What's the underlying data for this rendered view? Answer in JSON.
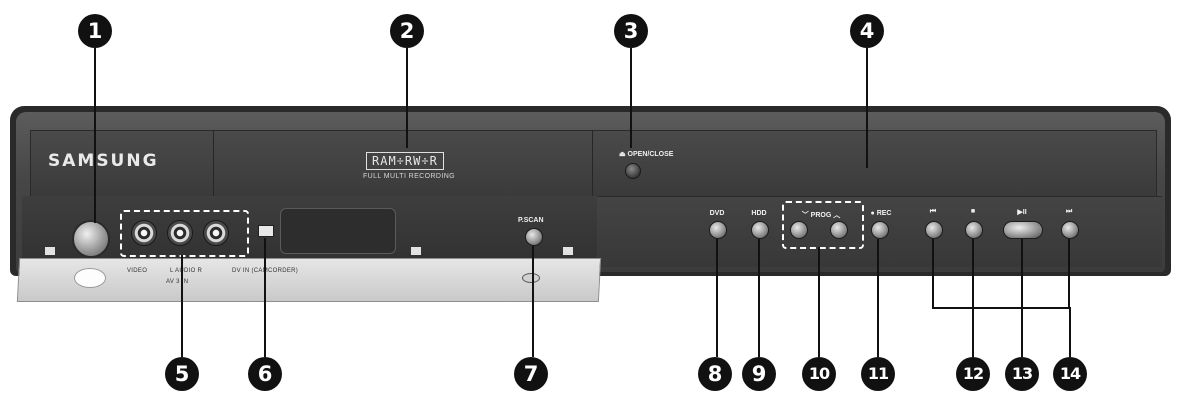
{
  "callouts": [
    "1",
    "2",
    "3",
    "4",
    "5",
    "6",
    "7",
    "8",
    "9",
    "10",
    "11",
    "12",
    "13",
    "14"
  ],
  "panel": {
    "brand_logo": "SAMSUNG",
    "disc_logo": "RAM÷RW÷R",
    "disc_subtitle": "FULL MULTI RECORDING",
    "open_close_label": "⏏ OPEN/CLOSE",
    "video_label": "VIDEO",
    "audio_label": "L  AUDIO  R",
    "av_in_label": "AV 3 IN",
    "dv_in_label": "DV IN (CAMCORDER)",
    "pscan_label": "P.SCAN",
    "dvd_label": "DVD",
    "hdd_label": "HDD",
    "prog_label": "﹀ PROG ︿",
    "rec_label": "● REC",
    "skip_back_label": "⏮",
    "stop_label": "■",
    "play_pause_label": "▶II",
    "skip_fwd_label": "⏭"
  },
  "colors": {
    "chassis": "#474747",
    "callout": "#111111",
    "flap": "#d6d6d6",
    "label": "#f2f2f2"
  }
}
